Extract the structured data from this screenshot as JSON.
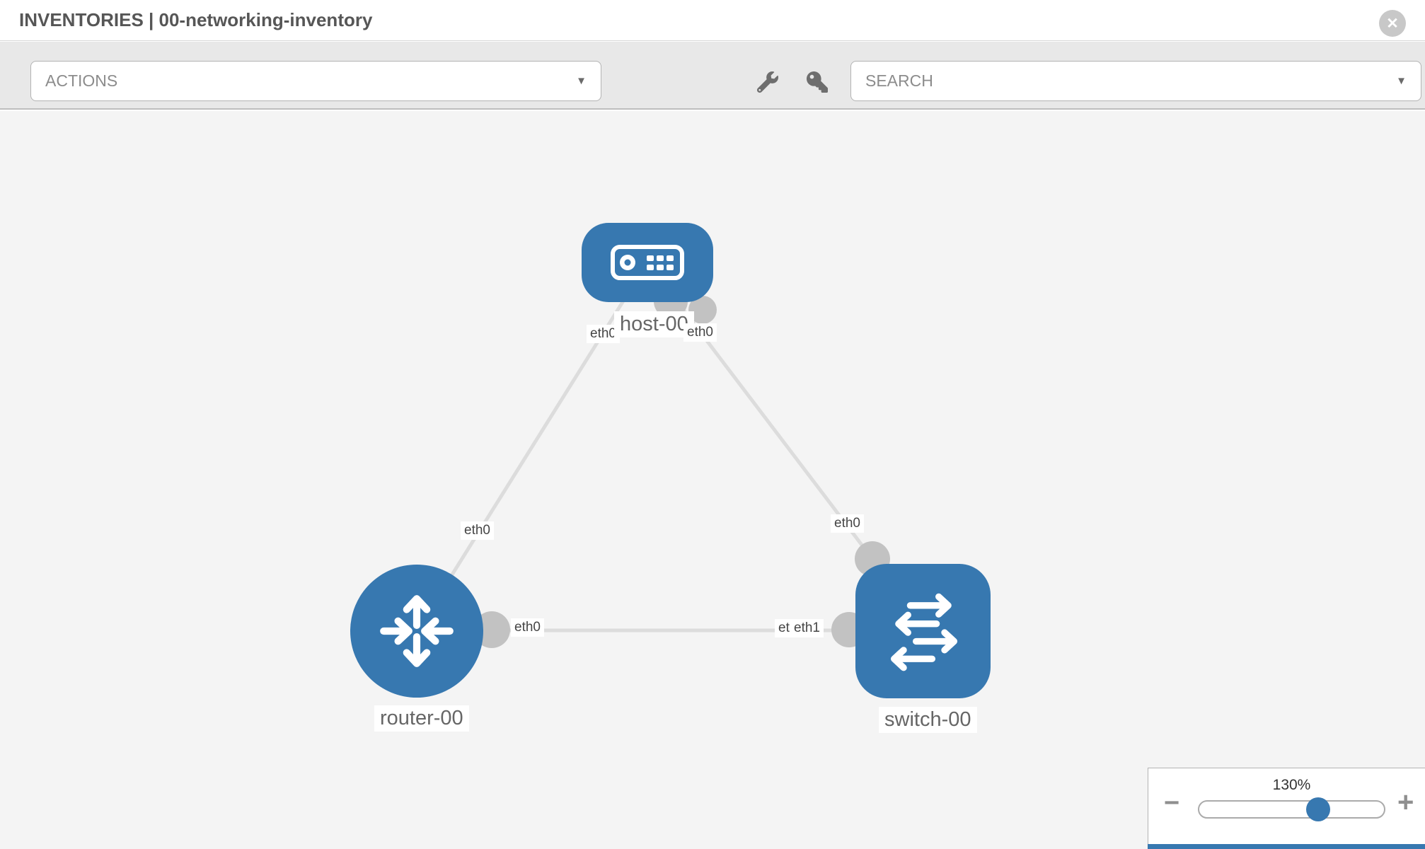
{
  "header": {
    "title": "INVENTORIES | 00-networking-inventory",
    "close_glyph": "✕"
  },
  "toolbar": {
    "actions_label": "ACTIONS",
    "search_label": "SEARCH",
    "caret": "▼",
    "icons": [
      "wrench-icon",
      "key-icon"
    ]
  },
  "topology": {
    "nodes": [
      {
        "name": "host-00",
        "type": "host"
      },
      {
        "name": "router-00",
        "type": "router"
      },
      {
        "name": "switch-00",
        "type": "switch"
      }
    ],
    "links": [
      {
        "source": "host-00",
        "target": "router-00",
        "source_interface": "eth0",
        "target_interface": "eth0"
      },
      {
        "source": "host-00",
        "target": "switch-00",
        "source_interface": "eth0",
        "target_interface": "eth0"
      },
      {
        "source": "router-00",
        "target": "switch-00",
        "source_interface": "eth0",
        "target_interface": "eth1"
      }
    ],
    "node_labels": {
      "host": "host-00",
      "router": "router-00",
      "switch": "switch-00"
    },
    "iface_labels": {
      "host_left": "eth0",
      "host_right": "eth0",
      "link_host_router": "eth0",
      "link_host_switch": "eth0",
      "router_side": "eth0",
      "switch_hidden": "eth0",
      "switch_side": "eth1"
    }
  },
  "zoom_control": {
    "level": "130%",
    "minus": "−",
    "plus": "+"
  },
  "colors": {
    "node_blue": "#3778b0",
    "link_gray": "#dcdcdc",
    "connector_gray": "#c2c2c2",
    "canvas_bg": "#f4f4f4",
    "toolbar_bg": "#e8e8e8",
    "chip_text": "#454545",
    "title_text": "#565656"
  }
}
